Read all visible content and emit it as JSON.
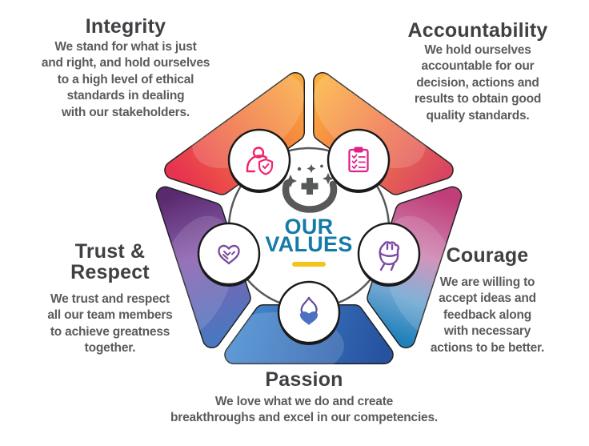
{
  "page": {
    "background": "#FFFFFF"
  },
  "center": {
    "title_line1": "OUR",
    "title_line2": "VALUES",
    "title_color": "#147BA8",
    "underline_color": "#F5C41C",
    "icon": "hands-holding-sparkles-icon",
    "icon_color": "#57585A"
  },
  "text_colors": {
    "heading": "#3F4043",
    "body": "#5A5B5E",
    "segment_outline": "#222222",
    "ring": "#58595B"
  },
  "values": [
    {
      "heading": "Integrity",
      "description": "We stand for what is just\nand right, and hold ourselves\nto a high level of ethical\nstandards in dealing\nwith our stakeholders.",
      "icon": "person-shield-icon",
      "icon_color": "#F2236D",
      "segment_gradient": [
        "#F9A53D",
        "#F07040",
        "#E73350"
      ],
      "position": "top-left"
    },
    {
      "heading": "Accountability",
      "description": "We hold ourselves\naccountable for our\ndecision, actions and\nresults to obtain good\nquality standards.",
      "icon": "clipboard-checklist-icon",
      "icon_color": "#E0218A",
      "segment_gradient": [
        "#FBAE3C",
        "#F0764A",
        "#D94560"
      ],
      "position": "top-right"
    },
    {
      "heading": "Courage",
      "description": "We are willing to\naccept ideas and\nfeedback along\nwith necessary\nactions to be better.",
      "icon": "raised-fist-icon",
      "icon_color": "#7C4BA5",
      "segment_gradient": [
        "#C13E79",
        "#CC85B2",
        "#6FA6D2",
        "#1F80BA"
      ],
      "position": "right"
    },
    {
      "heading": "Passion",
      "description": "We love what we do and create\nbreakthroughs and excel in our competencies.",
      "icon": "flame-heart-icon",
      "icon_color": "#6B4EA0",
      "segment_gradient": [
        "#4489CF",
        "#27529F"
      ],
      "position": "bottom"
    },
    {
      "heading": "Trust &\nRespect",
      "description": "We trust and respect\nall our team members\nto achieve greatness\ntogether.",
      "icon": "handshake-icon",
      "icon_color": "#7B4FA0",
      "segment_gradient": [
        "#5A2A6E",
        "#8A5FB0",
        "#4B77BF"
      ],
      "position": "left"
    }
  ]
}
